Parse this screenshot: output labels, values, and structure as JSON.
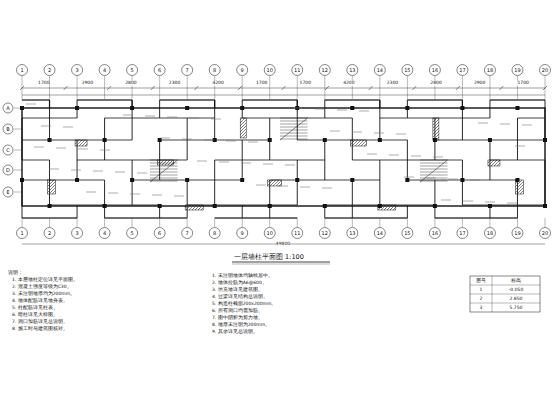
{
  "diagram": {
    "title": "一层墙柱平面图 1:100",
    "labels": [
      "1",
      "2",
      "3",
      "4",
      "5",
      "6",
      "7",
      "8",
      "9",
      "10",
      "11",
      "12",
      "13",
      "14",
      "15",
      "16",
      "17",
      "18",
      "19",
      "20",
      "1",
      "2",
      "3",
      "4",
      "5",
      "6",
      "7",
      "8",
      "9",
      "10",
      "11",
      "12",
      "13",
      "14",
      "15",
      "16",
      "17",
      "18",
      "19",
      "20",
      "A",
      "B",
      "C",
      "D",
      "E",
      "1700",
      "2900",
      "2800",
      "2300",
      "4200",
      "1700",
      "1700",
      "4200",
      "2300",
      "2800",
      "2900",
      "1700",
      "49800",
      "说明：",
      "1. 本层墙柱定位详见平面图。",
      "2. 混凝土强度等级为C30。",
      "3. 未注明墙厚均为200mm。",
      "4. 墙体配筋详见墙身表。",
      "5. 柱配筋详见柱表。",
      "6. 暗柱详见大样图。",
      "7. 洞口加筋详见总说明。",
      "8. 施工时与建筑图核对。",
      "1. 未注明墙体均轴线居中。",
      "2. 墙体拉筋为A6@600。",
      "3. 填充墙详见建筑图。",
      "4. 过梁详见结构总说明。",
      "5. 构造柱截面200x200mm。",
      "6. 所有洞口均需加筋。",
      "7. 图中阴影为剪力墙。",
      "8. 墙厚未注明为200mm。",
      "9. 其余详见总说明。",
      "层号",
      "标高",
      "1",
      "-0.050",
      "2",
      "2.850",
      "3",
      "5.750"
    ]
  }
}
